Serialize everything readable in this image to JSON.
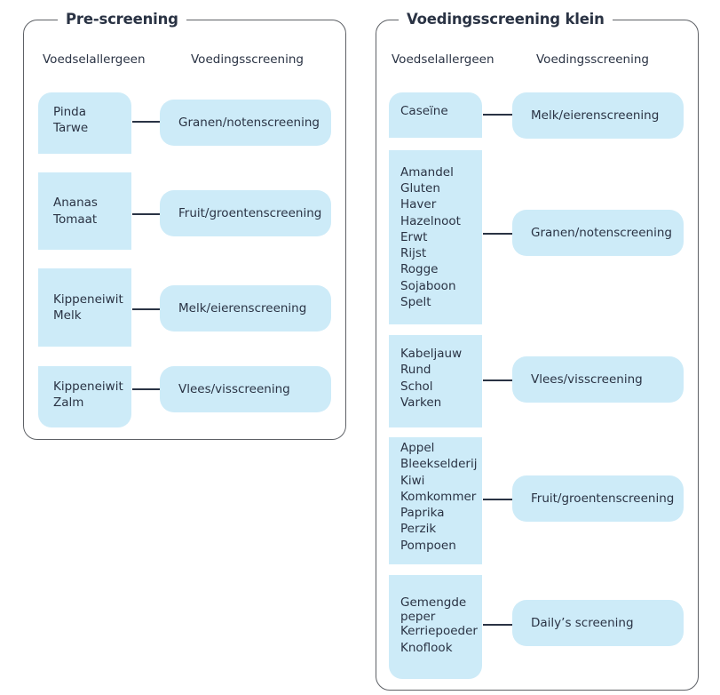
{
  "panels": [
    {
      "title": "Pre-screening",
      "col_allergen": "Voedselallergeen",
      "col_screening": "Voedingsscreening",
      "rows": [
        {
          "allergens": [
            "Pinda",
            "Tarwe"
          ],
          "screening": "Granen/notenscreening"
        },
        {
          "allergens": [
            "Ananas",
            "Tomaat"
          ],
          "screening": "Fruit/groentenscreening"
        },
        {
          "allergens": [
            "Kippeneiwit",
            "Melk"
          ],
          "screening": "Melk/eierenscreening"
        },
        {
          "allergens": [
            "Kippeneiwit",
            "Zalm"
          ],
          "screening": "Vlees/visscreening"
        }
      ]
    },
    {
      "title": "Voedingsscreening klein",
      "col_allergen": "Voedselallergeen",
      "col_screening": "Voedingsscreening",
      "rows": [
        {
          "allergens": [
            "Caseïne"
          ],
          "screening": "Melk/eierenscreening"
        },
        {
          "allergens": [
            "Amandel",
            "Gluten",
            "Haver",
            "Hazelnoot",
            "Erwt",
            "Rijst",
            "Rogge",
            "Sojaboon",
            "Spelt"
          ],
          "screening": "Granen/notenscreening"
        },
        {
          "allergens": [
            "Kabeljauw",
            "Rund",
            "Schol",
            "Varken"
          ],
          "screening": "Vlees/visscreening"
        },
        {
          "allergens": [
            "Appel",
            "Bleekselderij",
            "Kiwi",
            "Komkommer",
            "Paprika",
            "Perzik",
            "Pompoen"
          ],
          "screening": "Fruit/groentenscreening"
        },
        {
          "allergens": [
            "Gemengde",
            "peper",
            "Kerriepoeder",
            "Knoflook"
          ],
          "screening": "Daily’s screening"
        }
      ]
    }
  ]
}
